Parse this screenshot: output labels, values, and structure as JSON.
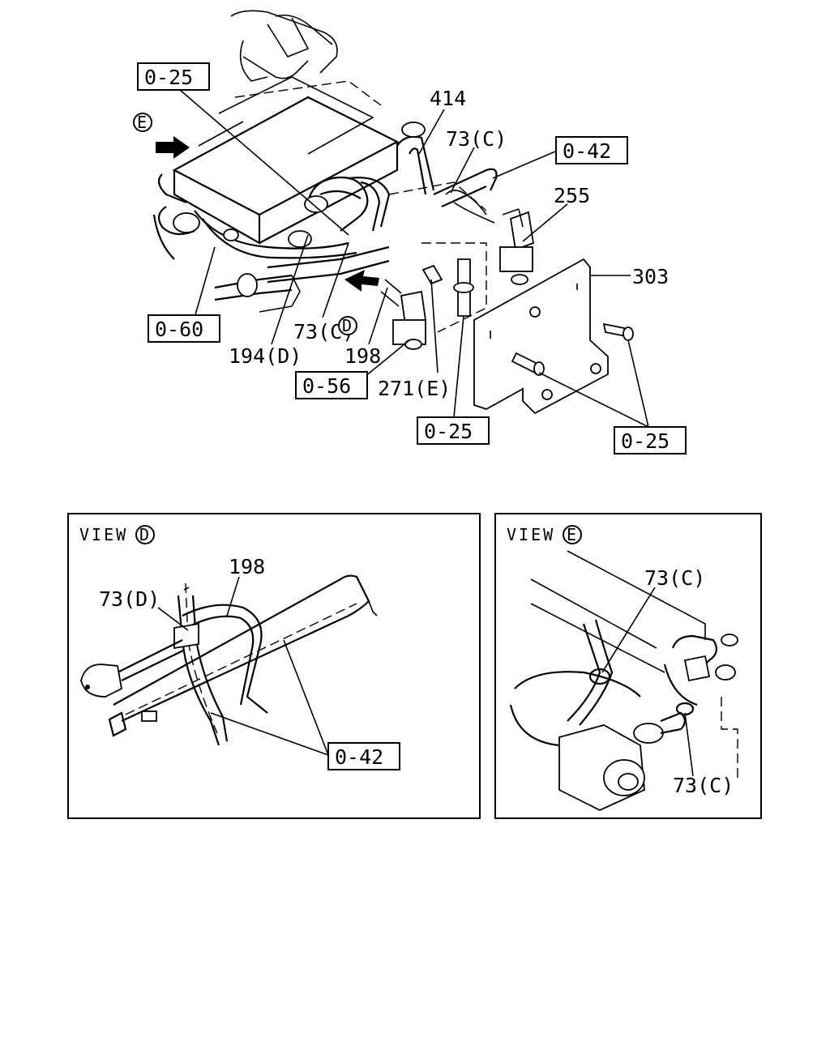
{
  "main": {
    "callouts": {
      "c414": "414",
      "c73c_a": "73(C)",
      "c255": "255",
      "c303": "303",
      "c73c_b": "73(C)",
      "c194d": "194(D)",
      "c198": "198",
      "c271e": "271(E)"
    },
    "refs": {
      "r025_top": "0-25",
      "r042": "0-42",
      "r060": "0-60",
      "r056": "0-56",
      "r025_mid": "0-25",
      "r025_right": "0-25"
    },
    "view_markers": {
      "d": "D",
      "e": "E"
    }
  },
  "view_d": {
    "title": "VIEW",
    "marker": "D",
    "callouts": {
      "c198": "198",
      "c73d": "73(D)"
    },
    "refs": {
      "r042": "0-42"
    }
  },
  "view_e": {
    "title": "VIEW",
    "marker": "E",
    "callouts": {
      "c73c_top": "73(C)",
      "c73c_bottom": "73(C)"
    }
  }
}
